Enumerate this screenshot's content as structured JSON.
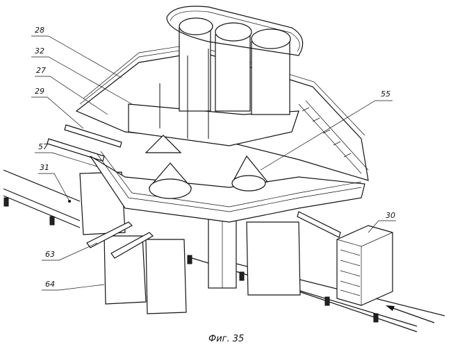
{
  "figure": {
    "caption": "Фиг. 35",
    "labels": [
      "28",
      "32",
      "27",
      "29",
      "57",
      "31",
      "63",
      "64",
      "55",
      "30"
    ]
  }
}
